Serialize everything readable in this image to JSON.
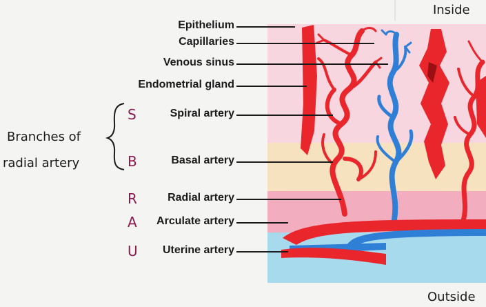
{
  "labels": {
    "inside": "Inside",
    "outside": "Outside",
    "epithelium": "Epithelium",
    "capillaries": "Capillaries",
    "venous_sinus": "Venous sinus",
    "endometrial_gland": "Endometrial gland",
    "spiral_artery": "Spiral artery",
    "basal_artery": "Basal artery",
    "radial_artery": "Radial artery",
    "arculate_artery": "Arculate artery",
    "uterine_artery": "Uterine artery"
  },
  "side_note": {
    "line1": "Branches of",
    "line2": "radial artery"
  },
  "mnemonic_letters": [
    "S",
    "B",
    "R",
    "A",
    "U"
  ],
  "colors": {
    "artery": "#e8262b",
    "vein": "#2f7fd6",
    "layer_pink": "#f8d6e0",
    "layer_cream": "#f7e2c0",
    "layer_rose": "#f2aebe",
    "layer_blue": "#a8daee",
    "letter": "#8b1a4a"
  }
}
